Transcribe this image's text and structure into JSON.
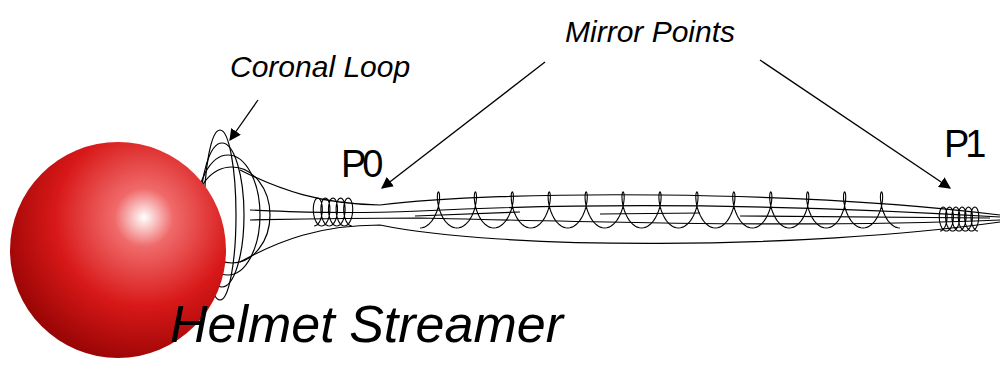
{
  "diagram": {
    "labels": [
      "Coronal Loop",
      "Mirror Points",
      "P0",
      "P1",
      "Helmet Streamer"
    ]
  }
}
